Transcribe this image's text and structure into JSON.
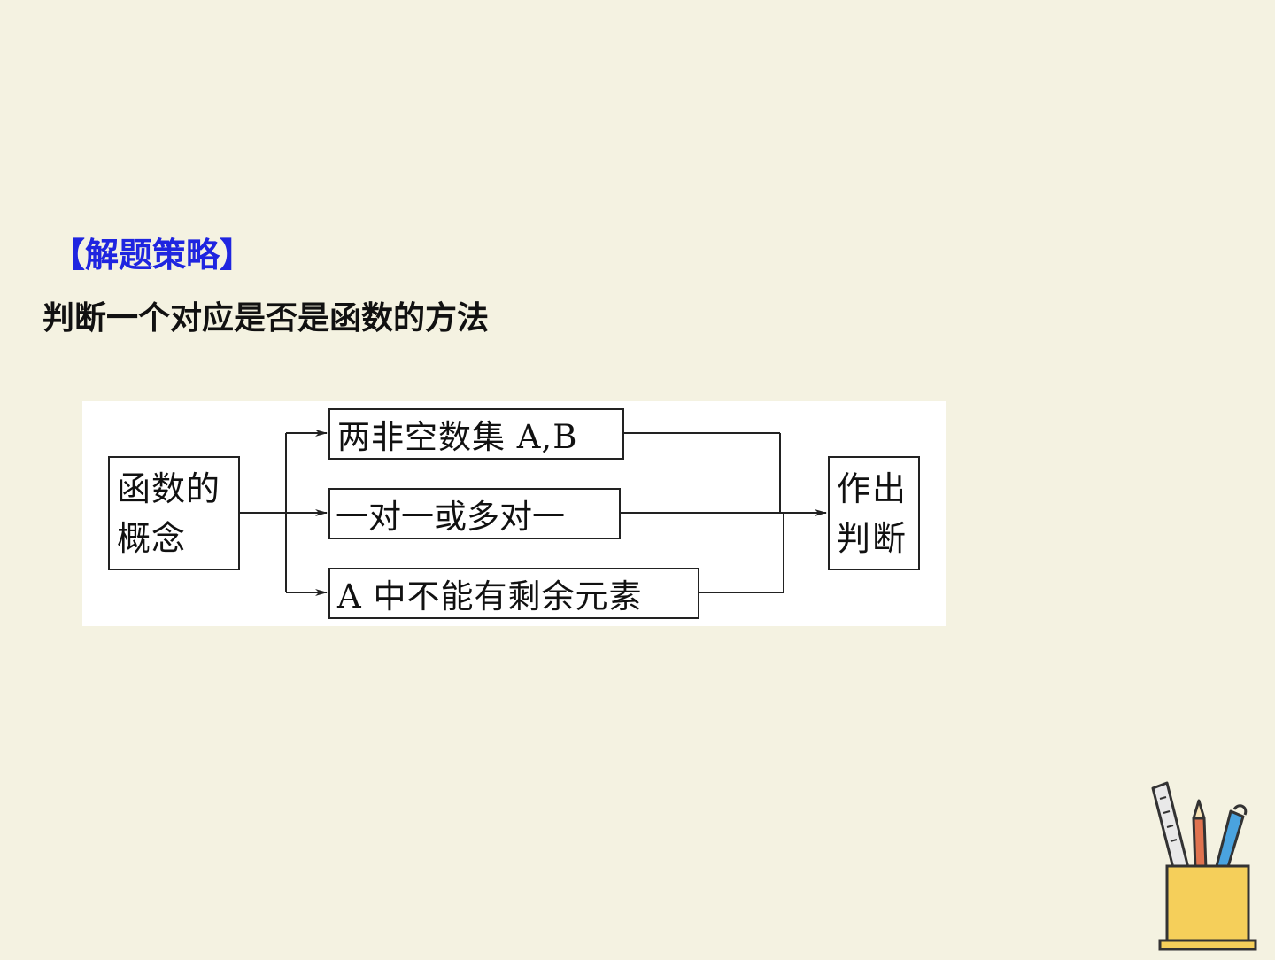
{
  "heading": "【解题策略】",
  "subtitle": "判断一个对应是否是函数的方法",
  "diagram": {
    "concept_line1": "函数的",
    "concept_line2": "概念",
    "branch1": "两非空数集 A,B",
    "branch2": "一对一或多对一",
    "branch3": "A 中不能有剩余元素",
    "result_line1": "作出",
    "result_line2": "判断"
  },
  "decoration": {
    "icon": "pen-holder-icon",
    "cup_color": "#f5cf5a",
    "pencil_color": "#e0734f",
    "pen_color": "#4aa3df"
  }
}
